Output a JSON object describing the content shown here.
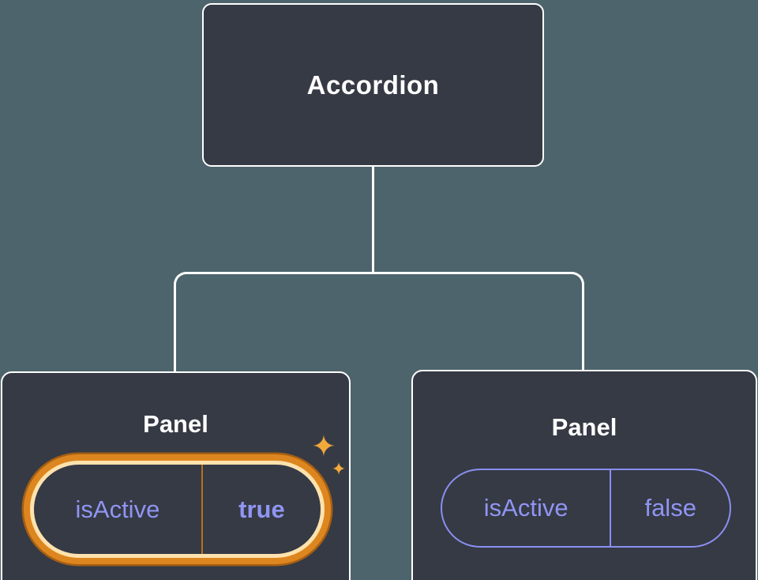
{
  "diagram": {
    "root": {
      "title": "Accordion"
    },
    "panels": [
      {
        "title": "Panel",
        "prop": {
          "name": "isActive",
          "value": "true"
        },
        "highlighted": true
      },
      {
        "title": "Panel",
        "prop": {
          "name": "isActive",
          "value": "false"
        },
        "highlighted": false
      }
    ],
    "icons": {
      "sparkle": "✦"
    }
  },
  "colors": {
    "background": "#4e646c",
    "node_fill": "#353a45",
    "node_border": "#ffffff",
    "title_text": "#ffffff",
    "prop_text": "#9095f2",
    "prop_border": "#8a8ff0",
    "connector": "#ffffff",
    "highlight_ring": "#dd861f",
    "highlight_ring_dark": "#a55f13",
    "highlight_inner": "#ffe2ad",
    "highlight_divider": "#bc6f16",
    "sparkle": "#f2a93c"
  }
}
